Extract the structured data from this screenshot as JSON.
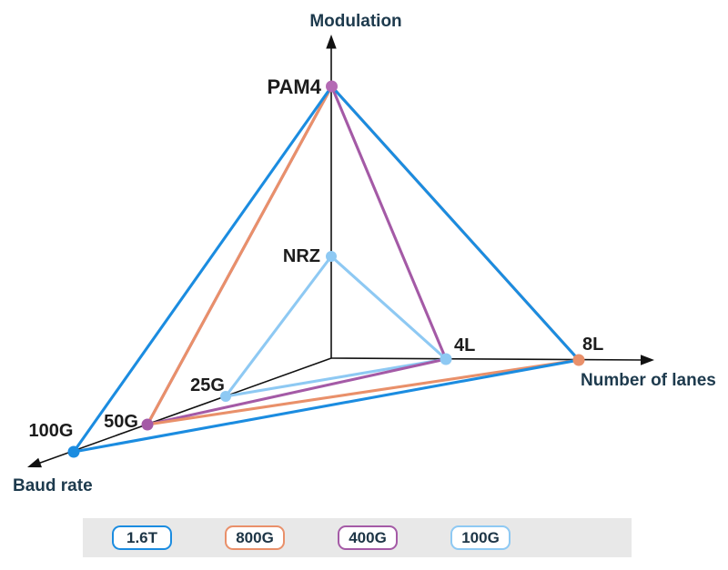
{
  "chart_data": {
    "type": "radar",
    "description": "Three-axis spider diagram comparing optical module generations by modulation, number of lanes and baud rate",
    "axes": [
      {
        "id": "modulation",
        "label": "Modulation",
        "ticks": [
          "NRZ",
          "PAM4"
        ]
      },
      {
        "id": "lanes",
        "label": "Number of lanes",
        "ticks": [
          "4L",
          "8L"
        ]
      },
      {
        "id": "baud",
        "label": "Baud rate",
        "ticks": [
          "25G",
          "50G",
          "100G"
        ]
      }
    ],
    "series": [
      {
        "name": "1.6T",
        "color": "#1b8ce0",
        "modulation": "PAM4",
        "lanes": "8L",
        "baud": "100G"
      },
      {
        "name": "800G",
        "color": "#e9906a",
        "modulation": "PAM4",
        "lanes": "8L",
        "baud": "50G"
      },
      {
        "name": "400G",
        "color": "#a45aa6",
        "modulation": "PAM4",
        "lanes": "4L",
        "baud": "50G"
      },
      {
        "name": "100G",
        "color": "#8ec9f3",
        "modulation": "NRZ",
        "lanes": "4L",
        "baud": "25G"
      }
    ],
    "points": [
      {
        "label": "PAM4",
        "axis": "modulation",
        "color": "#b46ab4"
      },
      {
        "label": "NRZ",
        "axis": "modulation",
        "color": "#8ec9f3"
      },
      {
        "label": "4L",
        "axis": "lanes",
        "color": "#8ec9f3"
      },
      {
        "label": "8L",
        "axis": "lanes",
        "color": "#e9906a"
      },
      {
        "label": "25G",
        "axis": "baud",
        "color": "#8ec9f3"
      },
      {
        "label": "50G",
        "axis": "baud",
        "color": "#a45aa6"
      },
      {
        "label": "100G",
        "axis": "baud",
        "color": "#1b8ce0"
      }
    ],
    "legend": {
      "position": "bottom",
      "background": "#e8e8e8",
      "items": [
        {
          "label": "1.6T",
          "color": "#1b8ce0"
        },
        {
          "label": "800G",
          "color": "#e9906a"
        },
        {
          "label": "400G",
          "color": "#a45aa6"
        },
        {
          "label": "100G",
          "color": "#8ec9f3"
        }
      ]
    },
    "colors": {
      "axis": "#111111",
      "axis_label_text": "#1d3a4d",
      "tick_label_text": "#1c1c1c",
      "background": "#ffffff"
    }
  }
}
